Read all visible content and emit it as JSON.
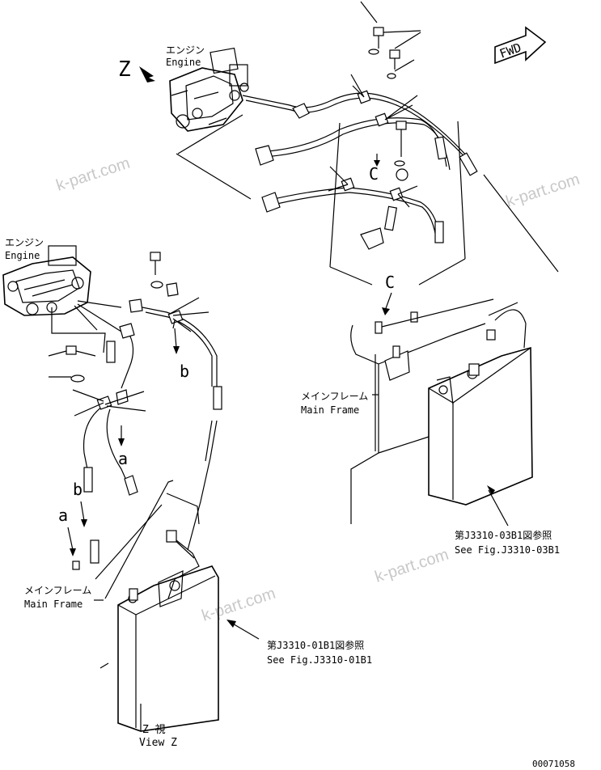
{
  "watermark": "k-part.com",
  "fwd_label": "FWD",
  "view_letter": "Z",
  "engine_jp": "エンジン",
  "engine_en": "Engine",
  "main_frame_jp": "メインフレーム",
  "main_frame_en": "Main Frame",
  "ref_right_jp": "第J3310-03B1図参照",
  "ref_right_en": "See Fig.J3310-03B1",
  "ref_left_jp": "第J3310-01B1図参照",
  "ref_left_en": "See Fig.J3310-01B1",
  "view_title_jp": "Z 視",
  "view_title_en": "View Z",
  "callout_c": "C",
  "callout_a": "a",
  "callout_b": "b",
  "drawing_number": "00071058"
}
